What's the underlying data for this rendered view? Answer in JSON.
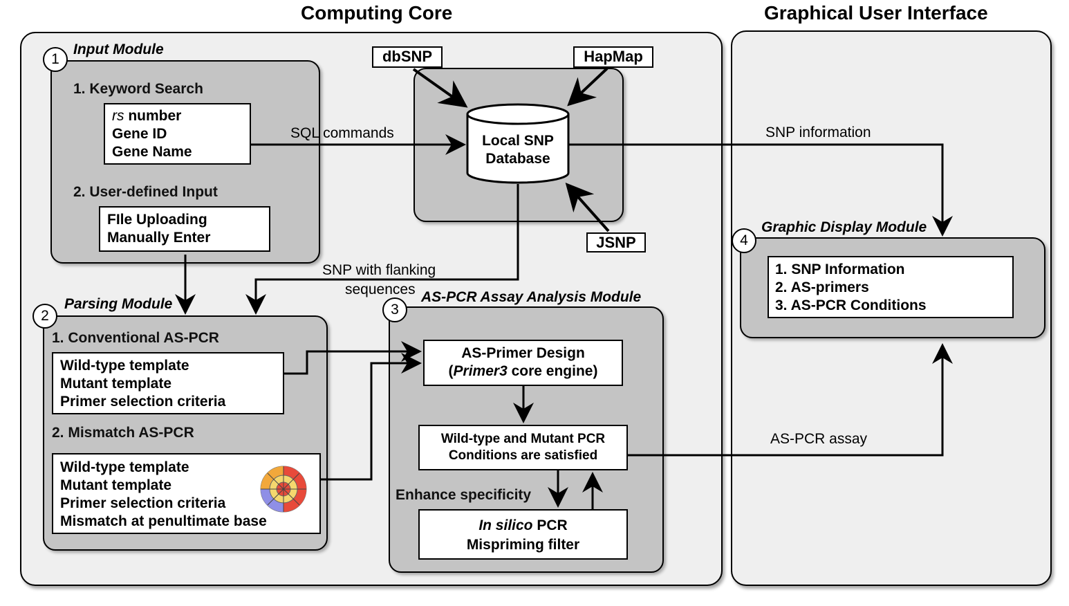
{
  "titles": {
    "computing_core": "Computing Core",
    "gui": "Graphical User Interface"
  },
  "input_module": {
    "number": "1",
    "title": "Input Module",
    "keyword_search": "1. Keyword Search",
    "keyword_items": {
      "rs": "rs",
      "rs_rest": " number",
      "gene_id": "Gene ID",
      "gene_name": "Gene Name"
    },
    "user_defined": "2. User-defined Input",
    "user_items": [
      "FIle Uploading",
      "Manually Enter"
    ]
  },
  "database": {
    "sources": {
      "dbsnp": "dbSNP",
      "hapmap": "HapMap",
      "jsnp": "JSNP"
    },
    "label_line1": "Local SNP",
    "label_line2": "Database"
  },
  "edges": {
    "sql": "SQL commands",
    "snp_info": "SNP information",
    "flanking_line1": "SNP with flanking",
    "flanking_line2": "sequences",
    "aspcr_assay": "AS-PCR assay",
    "enhance": "Enhance specificity"
  },
  "parsing_module": {
    "number": "2",
    "title": "Parsing Module",
    "conventional": "1. Conventional AS-PCR",
    "conventional_items": [
      "Wild-type template",
      "Mutant template",
      "Primer selection criteria"
    ],
    "mismatch": "2. Mismatch AS-PCR",
    "mismatch_items": [
      "Wild-type template",
      "Mutant template",
      "Primer selection criteria",
      "Mismatch at penultimate base"
    ]
  },
  "assay_module": {
    "number": "3",
    "title": "AS-PCR Assay Analysis Module",
    "primer_design_line1": "AS-Primer Design",
    "primer_design_open": "(",
    "primer_design_italic": "Primer3",
    "primer_design_rest": " core engine)",
    "conditions_line1": "Wild-type and Mutant PCR",
    "conditions_line2": "Conditions are satisfied",
    "insilico_italic": "In silico",
    "insilico_rest": " PCR",
    "mispriming": "Mispriming filter"
  },
  "display_module": {
    "number": "4",
    "title": "Graphic Display Module",
    "items": [
      "1. SNP Information",
      "2. AS-primers",
      "3. AS-PCR Conditions"
    ]
  },
  "colors": {
    "panel_bg": "#efefef",
    "module_bg": "#c4c4c4",
    "box_bg": "#ffffff",
    "line": "#000000"
  }
}
